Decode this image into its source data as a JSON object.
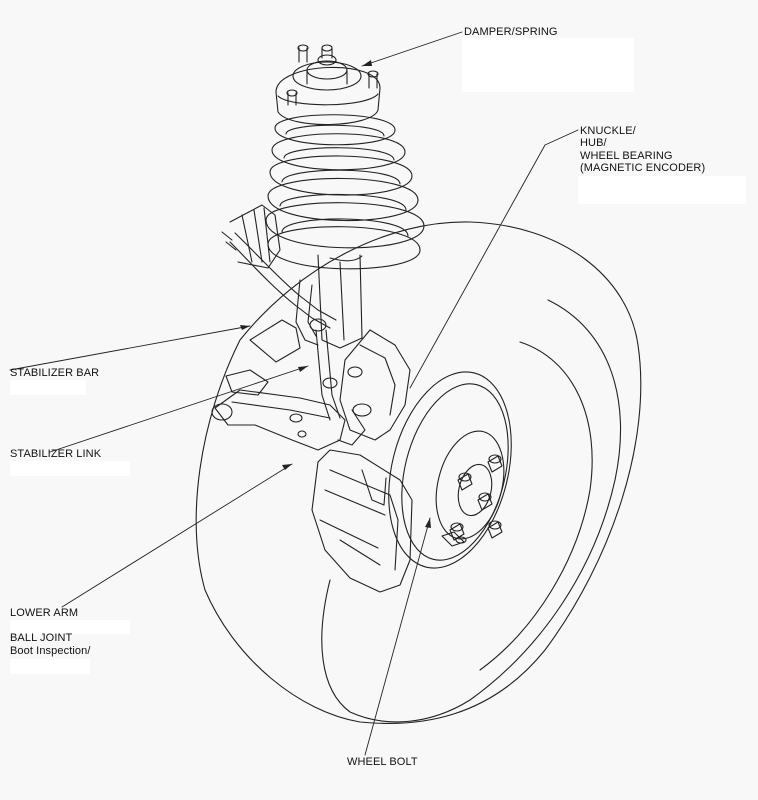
{
  "labels": {
    "damper_spring": "DAMPER/SPRING",
    "knuckle_line1": "KNUCKLE/",
    "knuckle_line2": "HUB/",
    "knuckle_line3": "WHEEL BEARING",
    "knuckle_line4": "(MAGNETIC ENCODER)",
    "stabilizer_bar": "STABILIZER BAR",
    "stabilizer_link": "STABILIZER LINK",
    "lower_arm": "LOWER ARM",
    "ball_joint": "BALL JOINT",
    "boot_inspection": "Boot Inspection/",
    "wheel_bolt": "WHEEL BOLT"
  },
  "colors": {
    "background": "#f8f8f8",
    "line": "#222222",
    "annotation_box": "#ffffff"
  }
}
